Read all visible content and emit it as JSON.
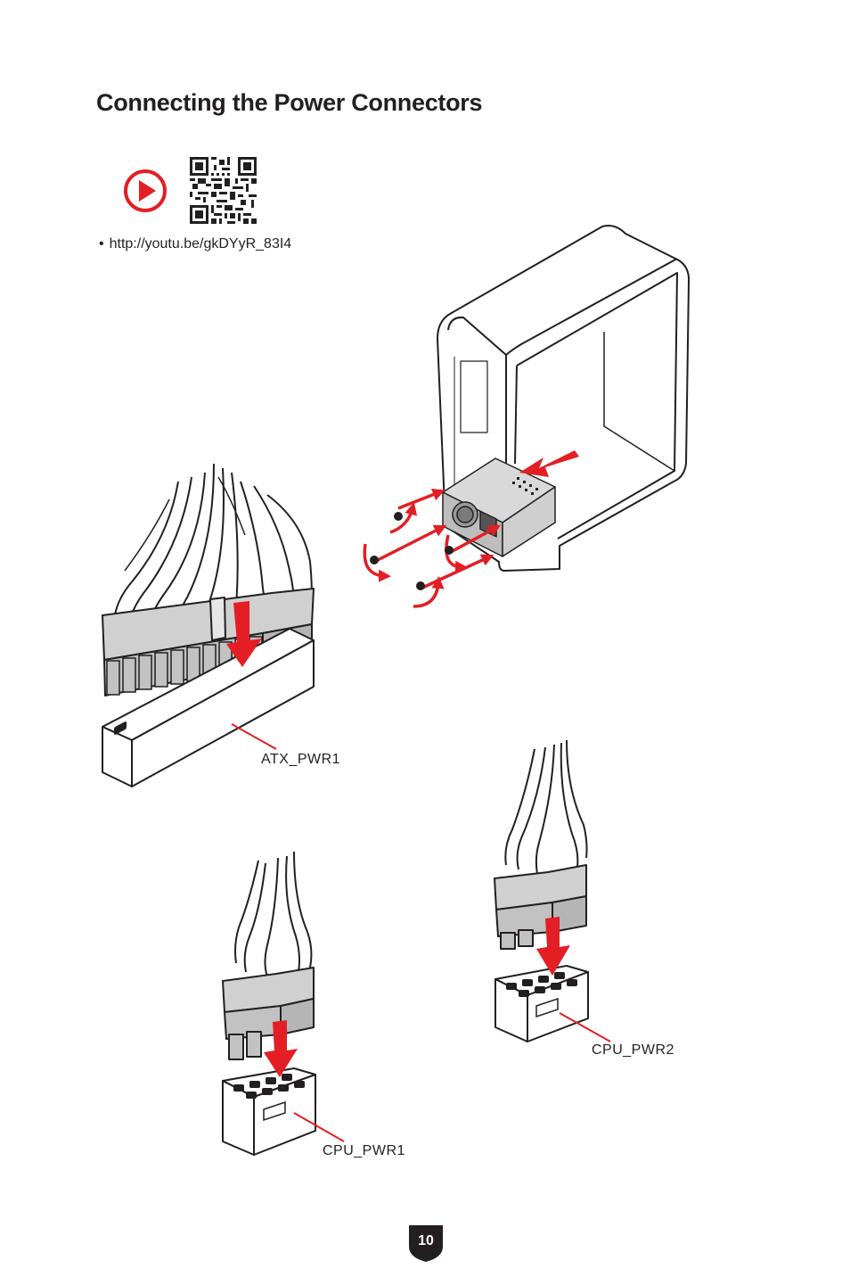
{
  "header": {
    "title": "Connecting the Power Connectors"
  },
  "video": {
    "link": "http://youtu.be/gkDYyR_83I4",
    "bullet": "•"
  },
  "labels": {
    "atx": "ATX_PWR1",
    "cpu1": "CPU_PWR1",
    "cpu2": "CPU_PWR2"
  },
  "footer": {
    "page_number": "10"
  },
  "icons": {
    "play": "play-icon",
    "qr": "qr-code-icon"
  },
  "colors": {
    "accent": "#e31e24",
    "ink": "#231f20",
    "shade": "#c8c8c8"
  }
}
